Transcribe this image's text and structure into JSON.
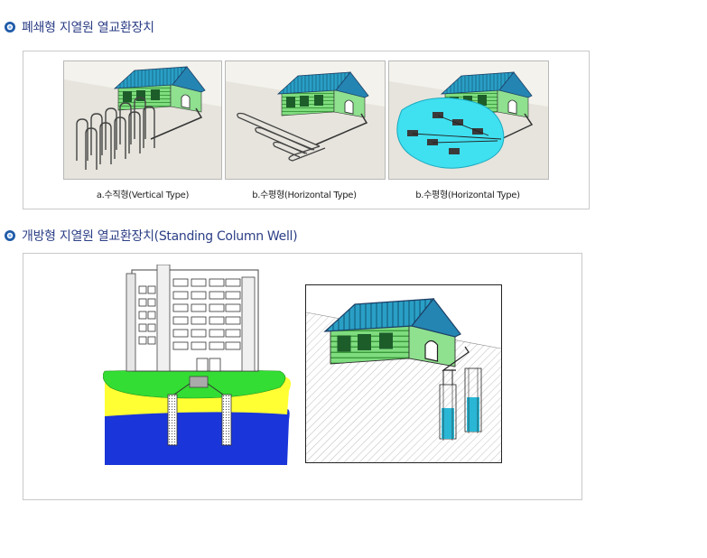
{
  "section1": {
    "title": "폐쇄형 지열원 열교환장치",
    "captions": [
      "a.수직형(Vertical Type)",
      "b.수평형(Horizontal Type)",
      "b.수평형(Horizontal Type)"
    ]
  },
  "section2": {
    "title": "개방형 지열원 열교환장치(Standing Column Well)"
  },
  "colors": {
    "heading": "#2c3f86",
    "bullet": "#1f5aa8"
  },
  "icons": {
    "bullet": "circle-bullet-icon"
  }
}
